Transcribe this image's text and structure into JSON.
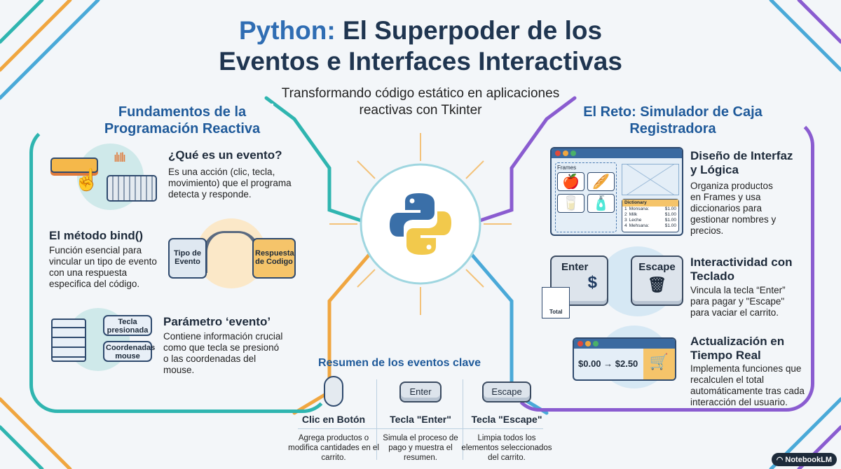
{
  "title": {
    "highlight": "Python:",
    "line1_rest": " El Superpoder de los",
    "line2": "Eventos e Interfaces Interactivas"
  },
  "subtitle": "Transformando código estático en aplicaciones reactivas con Tkinter",
  "left_panel": {
    "heading": "Fundamentos de la Programación Reactiva",
    "items": [
      {
        "title": "¿Qué es un evento?",
        "text": "Es una acción (clic, tecla, movimiento) que el programa detecta y responde."
      },
      {
        "title": "El método bind()",
        "text": "Función esencial para vincular un tipo de evento con una respuesta especifica del código.",
        "bridge_left": "Tipo de Evento",
        "bridge_right": "Respuesta de Codigo"
      },
      {
        "title": "Parámetro ‘evento’",
        "text": "Contiene información crucial como que tecla se presionó o las coordenadas del mouse.",
        "box1": "Tecla presionada",
        "box2": "Coordenadas mouse"
      }
    ]
  },
  "right_panel": {
    "heading": "El Reto: Simulador de Caja Registradora",
    "items": [
      {
        "title": "Diseño de Interfaz y Lógica",
        "text": "Organiza productos en Frames y usa diccionarios para gestionar nombres y precios.",
        "frames_label": "Frames",
        "dict_label": "Dictionary",
        "dict_rows": [
          [
            "1",
            "Monsana:",
            "$1.00"
          ],
          [
            "2",
            "Milk",
            "$1.00"
          ],
          [
            "3",
            "Leche",
            "$1.00"
          ],
          [
            "4",
            "Mehsana:",
            "$1.00"
          ]
        ]
      },
      {
        "title": "Interactividad con Teclado",
        "text": "Vincula la tecla “Enter” para pagar y \"Escape\" para vaciar el carrito.",
        "key1": "Enter",
        "key2": "Escape",
        "receipt": "Total"
      },
      {
        "title": "Actualización en Tiempo Real",
        "text": "Implementa funciones que recalculen el total automáticamente tras cada interacción del usuario.",
        "price": "$0.00 → $2.50"
      }
    ]
  },
  "summary": {
    "heading": "Resumen de los eventos clave",
    "columns": [
      {
        "key": "",
        "title": "Clic en Botón",
        "text": "Agrega productos o modifica cantidades en el carrito."
      },
      {
        "key": "Enter",
        "title": "Tecla \"Enter\"",
        "text": "Simula el proceso de pago y muestra el resumen."
      },
      {
        "key": "Escape",
        "title": "Tecla \"Escape\"",
        "text": "Limpia todos los elementos seleccionados del carrito."
      }
    ]
  },
  "watermark": "NotebookLM",
  "colors": {
    "teal": "#2fb5b0",
    "orange": "#f0a640",
    "purple": "#8a5cd0",
    "blue": "#1f5a9a"
  }
}
